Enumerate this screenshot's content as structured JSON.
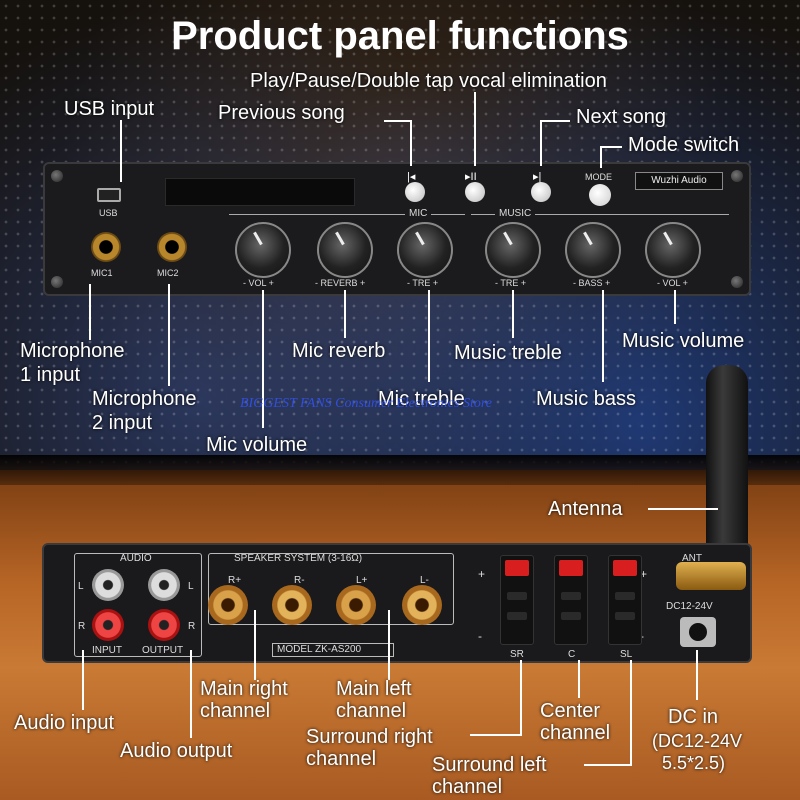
{
  "title": "Product panel functions",
  "watermark": "BIGGEST FANS Consumer Electronics Store",
  "front_panel": {
    "usb_label": "USB",
    "mic1_label": "MIC1",
    "mic2_label": "MIC2",
    "mic_group": "MIC",
    "music_group": "MUSIC",
    "knob_labels": [
      "- VOL +",
      "- REVERB +",
      "- TRE +",
      "- TRE +",
      "- BASS +",
      "- VOL +"
    ],
    "mode_label": "MODE",
    "brand": "Wuzhi Audio"
  },
  "front_callouts": {
    "usb_input": "USB input",
    "play_pause": "Play/Pause/Double tap vocal elimination",
    "previous_song": "Previous song",
    "next_song": "Next song",
    "mode_switch": "Mode switch",
    "mic1_line1": "Microphone",
    "mic1_line2": "1 input",
    "mic2_line1": "Microphone",
    "mic2_line2": "2 input",
    "mic_volume": "Mic volume",
    "mic_reverb": "Mic reverb",
    "mic_treble": "Mic treble",
    "music_treble": "Music treble",
    "music_bass": "Music bass",
    "music_volume": "Music volume"
  },
  "rear_panel": {
    "audio_box": "AUDIO",
    "speaker_box": "SPEAKER SYSTEM  (3-16Ω)",
    "input_label": "INPUT",
    "output_label": "OUTPUT",
    "l": "L",
    "r": "R",
    "post_labels": [
      "R+",
      "R-",
      "L+",
      "L-"
    ],
    "model": "MODEL  ZK-AS200",
    "plus": "+",
    "minus": "-",
    "sr": "SR",
    "c": "C",
    "sl": "SL",
    "ant": "ANT",
    "dc": "DC12-24V"
  },
  "rear_callouts": {
    "antenna": "Antenna",
    "audio_input": "Audio input",
    "audio_output": "Audio output",
    "main_right_1": "Main right",
    "main_right_2": "channel",
    "main_left_1": "Main left",
    "main_left_2": "channel",
    "surround_right_1": "Surround right",
    "surround_right_2": "channel",
    "center_1": "Center",
    "center_2": "channel",
    "surround_left_1": "Surround left",
    "surround_left_2": "channel",
    "dc_in_1": "DC in",
    "dc_in_2": "(DC12-24V",
    "dc_in_3": "5.5*2.5)"
  }
}
